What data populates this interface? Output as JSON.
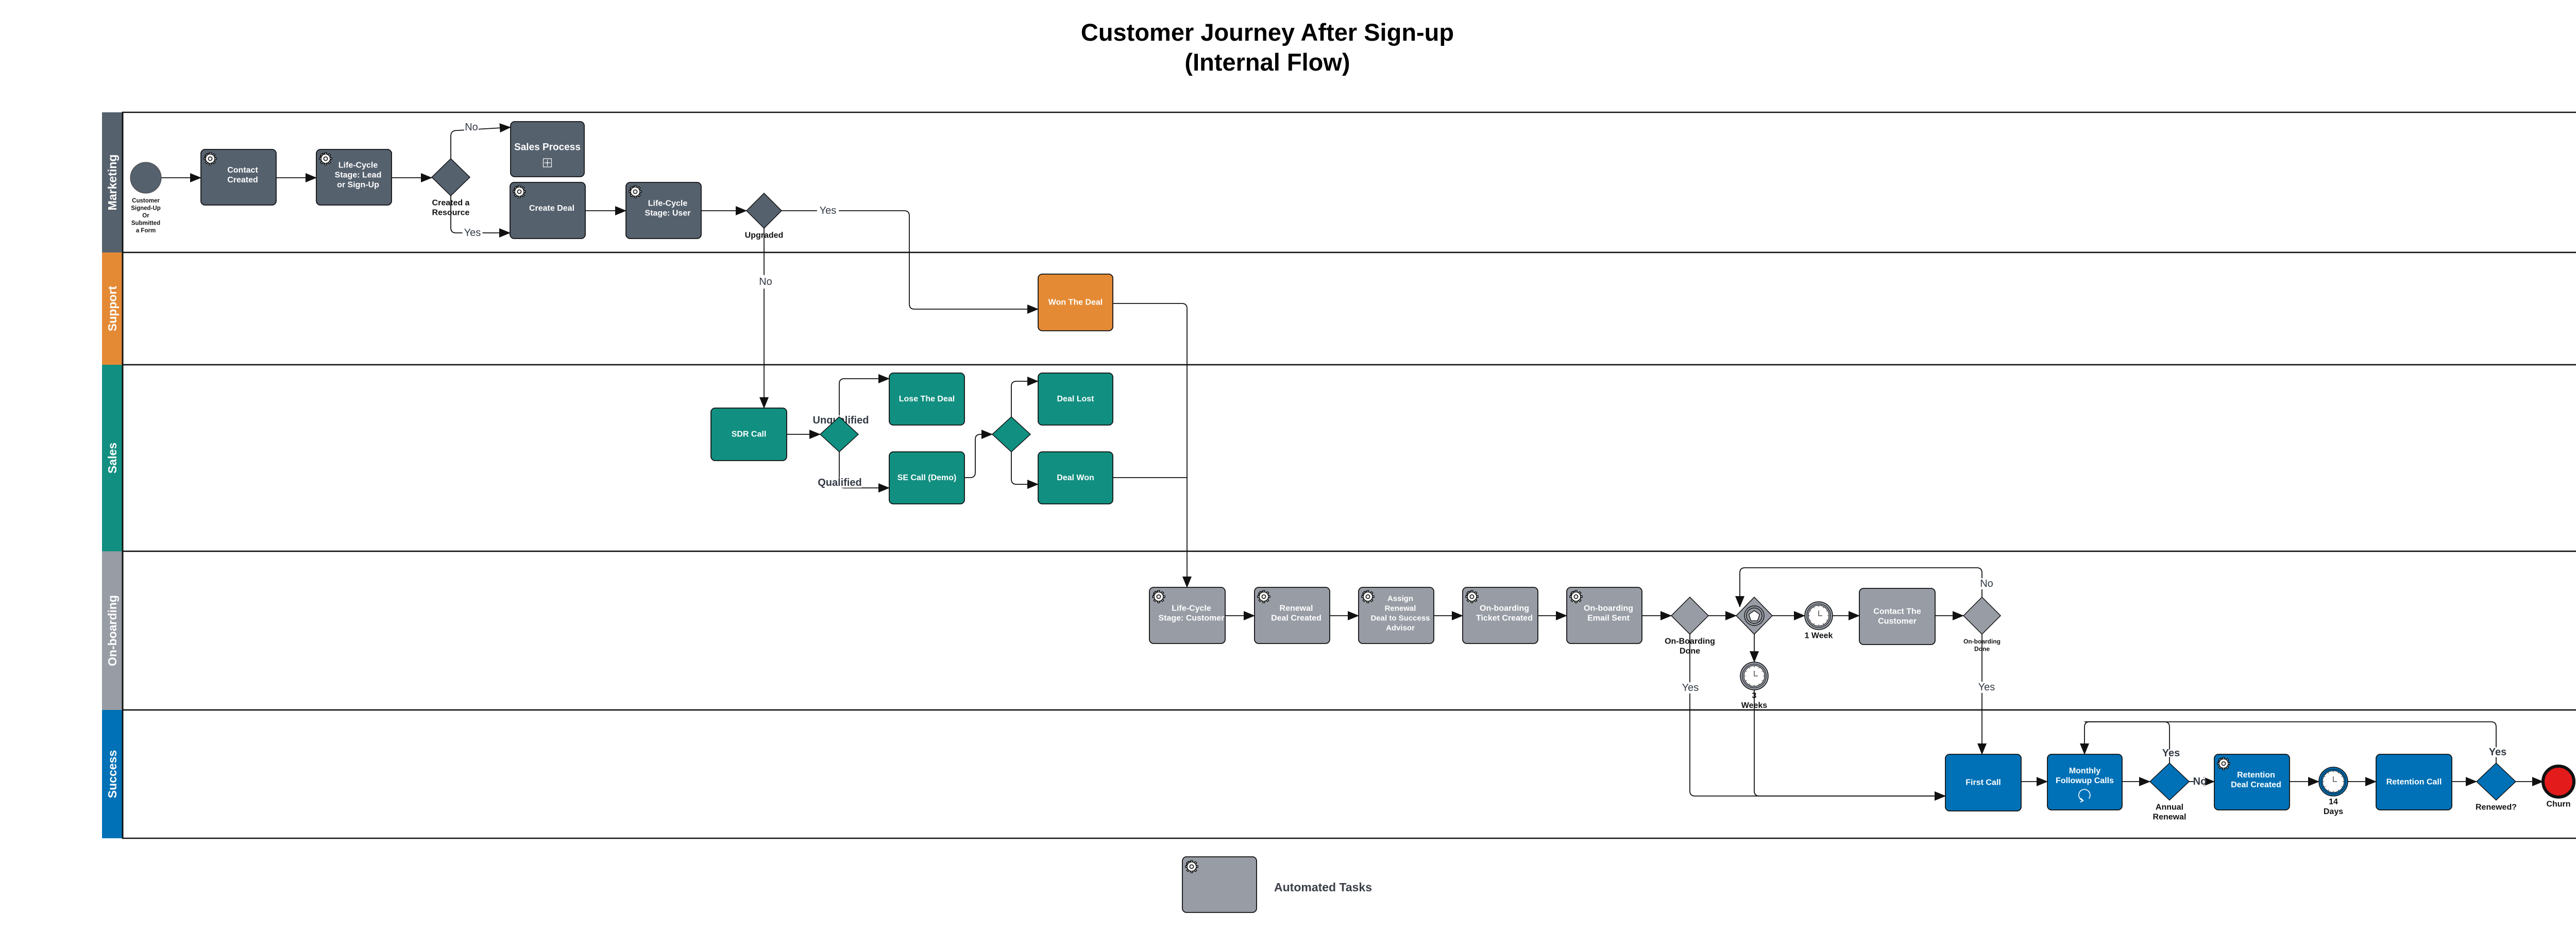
{
  "title": {
    "line1": "Customer Journey After Sign-up",
    "line2": "(Internal Flow)"
  },
  "colors": {
    "marketing": "#56616e",
    "support": "#e48a35",
    "sales": "#118f80",
    "onboarding": "#979ca5",
    "success": "#0071b6",
    "end_event": "#e31b1b",
    "line": "#111111"
  },
  "lanes": [
    {
      "id": "marketing",
      "label": "Marketing"
    },
    {
      "id": "support",
      "label": "Support"
    },
    {
      "id": "sales",
      "label": "Sales"
    },
    {
      "id": "onboarding",
      "label": "On-boarding"
    },
    {
      "id": "success",
      "label": "Success"
    }
  ],
  "nodes": [
    {
      "id": "start",
      "type": "start-event",
      "lane": "marketing",
      "caption": [
        "Customer",
        "Signed-Up",
        "Or",
        "Submitted",
        "a Form"
      ]
    },
    {
      "id": "contact-created",
      "type": "task",
      "lane": "marketing",
      "automated": true,
      "text": [
        "Contact",
        "Created"
      ]
    },
    {
      "id": "lifecycle-lead",
      "type": "task",
      "lane": "marketing",
      "automated": true,
      "text": [
        "Life-Cycle",
        "Stage: Lead",
        "or  Sign-Up"
      ]
    },
    {
      "id": "created-resource",
      "type": "gateway",
      "lane": "marketing",
      "caption": [
        "Created a",
        "Resource"
      ]
    },
    {
      "id": "sales-process",
      "type": "subprocess",
      "lane": "marketing",
      "text": [
        "Sales Process"
      ]
    },
    {
      "id": "create-deal",
      "type": "task",
      "lane": "marketing",
      "automated": true,
      "text": [
        "Create Deal"
      ]
    },
    {
      "id": "lifecycle-user",
      "type": "task",
      "lane": "marketing",
      "automated": true,
      "text": [
        "Life-Cycle",
        "Stage: User"
      ]
    },
    {
      "id": "upgraded",
      "type": "gateway",
      "lane": "marketing",
      "caption": [
        "Upgraded"
      ]
    },
    {
      "id": "won-the-deal",
      "type": "task",
      "lane": "support",
      "text": [
        "Won The Deal"
      ]
    },
    {
      "id": "sdr-call",
      "type": "task",
      "lane": "sales",
      "text": [
        "SDR Call"
      ]
    },
    {
      "id": "qualified-gw",
      "type": "gateway",
      "lane": "sales",
      "caption": []
    },
    {
      "id": "lose-the-deal",
      "type": "task",
      "lane": "sales",
      "text": [
        "Lose The Deal"
      ]
    },
    {
      "id": "se-call",
      "type": "task",
      "lane": "sales",
      "text": [
        "SE Call (Demo)"
      ]
    },
    {
      "id": "deal-gw",
      "type": "gateway",
      "lane": "sales",
      "caption": []
    },
    {
      "id": "deal-lost",
      "type": "task",
      "lane": "sales",
      "text": [
        "Deal Lost"
      ]
    },
    {
      "id": "deal-won",
      "type": "task",
      "lane": "sales",
      "text": [
        "Deal Won"
      ]
    },
    {
      "id": "lifecycle-customer",
      "type": "task",
      "lane": "onboarding",
      "automated": true,
      "text": [
        "Life-Cycle",
        "Stage: Customer"
      ]
    },
    {
      "id": "renewal-deal",
      "type": "task",
      "lane": "onboarding",
      "automated": true,
      "text": [
        "Renewal",
        "Deal Created"
      ]
    },
    {
      "id": "assign-renewal",
      "type": "task",
      "lane": "onboarding",
      "automated": true,
      "text": [
        "Assign",
        "Renewal",
        "Deal to Success",
        "Advisor"
      ]
    },
    {
      "id": "onboarding-ticket",
      "type": "task",
      "lane": "onboarding",
      "automated": true,
      "text": [
        "On-boarding",
        "Ticket  Created"
      ]
    },
    {
      "id": "onboarding-email",
      "type": "task",
      "lane": "onboarding",
      "automated": true,
      "text": [
        "On-boarding",
        "Email Sent"
      ]
    },
    {
      "id": "onboarding-done-1",
      "type": "gateway",
      "lane": "onboarding",
      "caption": [
        "On-Boarding",
        "Done"
      ]
    },
    {
      "id": "event-gw",
      "type": "event-gateway",
      "lane": "onboarding",
      "caption": []
    },
    {
      "id": "timer-1-week",
      "type": "timer",
      "lane": "onboarding",
      "caption": [
        "1 Week"
      ]
    },
    {
      "id": "timer-3-weeks",
      "type": "timer",
      "lane": "onboarding",
      "caption": [
        "3",
        "Weeks"
      ]
    },
    {
      "id": "contact-customer",
      "type": "task",
      "lane": "onboarding",
      "text": [
        "Contact The",
        "Customer"
      ]
    },
    {
      "id": "onboarding-done-2",
      "type": "gateway",
      "lane": "onboarding",
      "caption": [
        "On-boarding",
        "Done"
      ]
    },
    {
      "id": "first-call",
      "type": "task",
      "lane": "success",
      "text": [
        "First Call"
      ]
    },
    {
      "id": "monthly-followup",
      "type": "loop-task",
      "lane": "success",
      "text": [
        "Monthly",
        "Followup Calls"
      ]
    },
    {
      "id": "annual-renewal",
      "type": "gateway",
      "lane": "success",
      "caption": [
        "Annual",
        "Renewal"
      ]
    },
    {
      "id": "retention-deal",
      "type": "task",
      "lane": "success",
      "automated": true,
      "text": [
        "Retention",
        "Deal Created"
      ]
    },
    {
      "id": "timer-14-days",
      "type": "timer",
      "lane": "success",
      "caption": [
        "14",
        "Days"
      ]
    },
    {
      "id": "retention-call",
      "type": "task",
      "lane": "success",
      "text": [
        "Retention Call"
      ]
    },
    {
      "id": "renewed",
      "type": "gateway",
      "lane": "success",
      "caption": [
        "Renewed?"
      ]
    },
    {
      "id": "churn",
      "type": "end-event",
      "lane": "success",
      "caption": [
        "Churn"
      ]
    }
  ],
  "edges": [
    {
      "from": "start",
      "to": "contact-created",
      "label": ""
    },
    {
      "from": "contact-created",
      "to": "lifecycle-lead",
      "label": ""
    },
    {
      "from": "lifecycle-lead",
      "to": "created-resource",
      "label": ""
    },
    {
      "from": "created-resource",
      "to": "sales-process",
      "label": "No"
    },
    {
      "from": "created-resource",
      "to": "create-deal",
      "label": "Yes"
    },
    {
      "from": "create-deal",
      "to": "lifecycle-user",
      "label": ""
    },
    {
      "from": "lifecycle-user",
      "to": "upgraded",
      "label": ""
    },
    {
      "from": "upgraded",
      "to": "won-the-deal",
      "label": "Yes"
    },
    {
      "from": "upgraded",
      "to": "sdr-call",
      "label": "No"
    },
    {
      "from": "sdr-call",
      "to": "qualified-gw",
      "label": ""
    },
    {
      "from": "qualified-gw",
      "to": "lose-the-deal",
      "label": "Unqualified"
    },
    {
      "from": "qualified-gw",
      "to": "se-call",
      "label": "Qualified"
    },
    {
      "from": "se-call",
      "to": "deal-gw",
      "label": ""
    },
    {
      "from": "deal-gw",
      "to": "deal-lost",
      "label": ""
    },
    {
      "from": "deal-gw",
      "to": "deal-won",
      "label": ""
    },
    {
      "from": "won-the-deal",
      "to": "lifecycle-customer",
      "label": ""
    },
    {
      "from": "deal-won",
      "to": "lifecycle-customer",
      "label": ""
    },
    {
      "from": "lifecycle-customer",
      "to": "renewal-deal",
      "label": ""
    },
    {
      "from": "renewal-deal",
      "to": "assign-renewal",
      "label": ""
    },
    {
      "from": "assign-renewal",
      "to": "onboarding-ticket",
      "label": ""
    },
    {
      "from": "onboarding-ticket",
      "to": "onboarding-email",
      "label": ""
    },
    {
      "from": "onboarding-email",
      "to": "onboarding-done-1",
      "label": ""
    },
    {
      "from": "onboarding-done-1",
      "to": "event-gw",
      "label": ""
    },
    {
      "from": "onboarding-done-1",
      "to": "first-call",
      "label": "Yes"
    },
    {
      "from": "event-gw",
      "to": "timer-1-week",
      "label": ""
    },
    {
      "from": "event-gw",
      "to": "timer-3-weeks",
      "label": ""
    },
    {
      "from": "timer-3-weeks",
      "to": "first-call",
      "label": ""
    },
    {
      "from": "timer-1-week",
      "to": "contact-customer",
      "label": ""
    },
    {
      "from": "contact-customer",
      "to": "onboarding-done-2",
      "label": ""
    },
    {
      "from": "onboarding-done-2",
      "to": "event-gw",
      "label": "No"
    },
    {
      "from": "onboarding-done-2",
      "to": "first-call",
      "label": "Yes"
    },
    {
      "from": "first-call",
      "to": "monthly-followup",
      "label": ""
    },
    {
      "from": "monthly-followup",
      "to": "annual-renewal",
      "label": ""
    },
    {
      "from": "annual-renewal",
      "to": "monthly-followup",
      "label": "Yes"
    },
    {
      "from": "annual-renewal",
      "to": "retention-deal",
      "label": "No"
    },
    {
      "from": "retention-deal",
      "to": "timer-14-days",
      "label": ""
    },
    {
      "from": "timer-14-days",
      "to": "retention-call",
      "label": ""
    },
    {
      "from": "retention-call",
      "to": "renewed",
      "label": ""
    },
    {
      "from": "renewed",
      "to": "monthly-followup",
      "label": "Yes"
    },
    {
      "from": "renewed",
      "to": "churn",
      "label": ""
    }
  ],
  "legend": {
    "label": "Automated Tasks",
    "icon": "gear-icon"
  }
}
